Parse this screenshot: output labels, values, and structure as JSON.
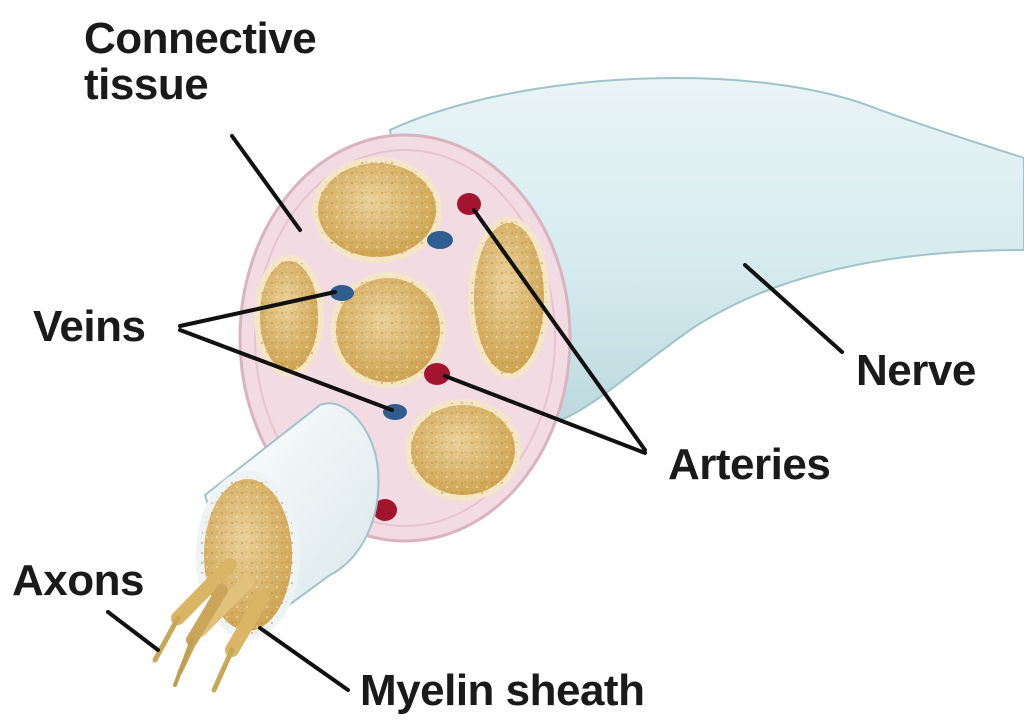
{
  "labels": {
    "connective_tissue": [
      "Connective",
      "tissue"
    ],
    "veins": "Veins",
    "nerve": "Nerve",
    "arteries": "Arteries",
    "axons": "Axons",
    "myelin_sheath": "Myelin sheath"
  },
  "colors": {
    "nerve_body": "#dcedf1",
    "connective_tissue": "#f2d9e1",
    "fascicle": "#d9b565",
    "vein": "#2f5d8f",
    "artery": "#a3142f",
    "myelin": "#eef4f6",
    "leader_line": "#111111"
  }
}
